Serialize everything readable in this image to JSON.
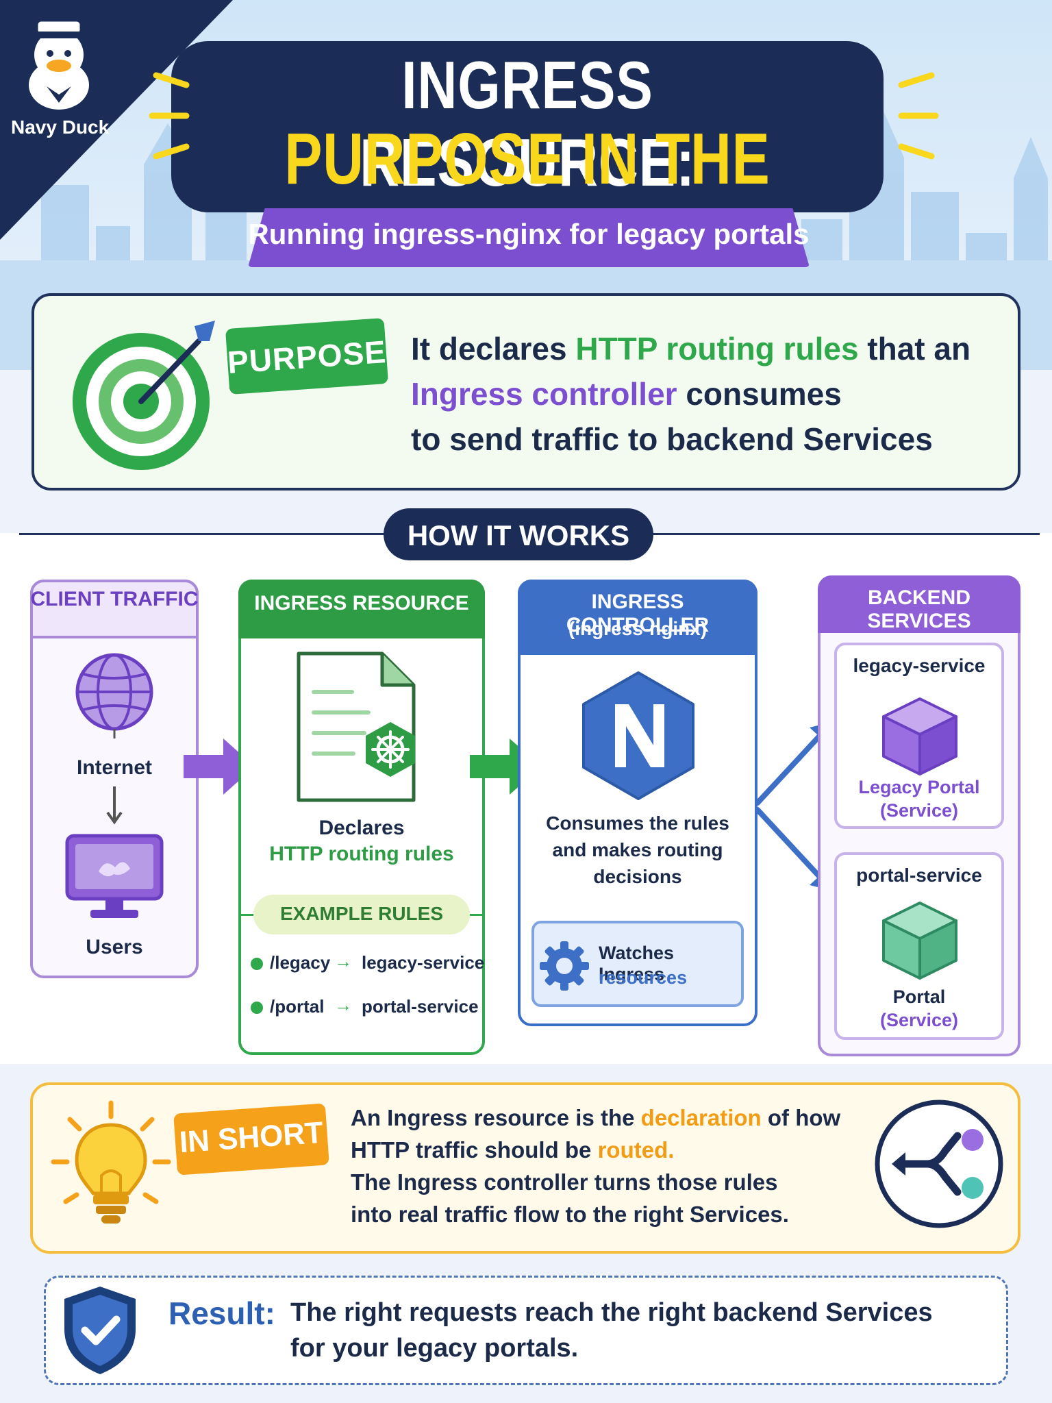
{
  "brand": {
    "name": "Navy Duck"
  },
  "header": {
    "title_line1": "INGRESS RESOURCE:",
    "title_line2": "PURPOSE IN THE MODEL",
    "subtitle": "Running ingress-nginx for legacy portals"
  },
  "purpose": {
    "tag": "PURPOSE",
    "text_1": "It declares ",
    "text_hl1": "HTTP routing rules",
    "text_2": " that an",
    "text_hl2": "Ingress controller",
    "text_3": " consumes",
    "text_4": "to send traffic to backend Services"
  },
  "how_it_works": {
    "label": "HOW IT WORKS",
    "client": {
      "header": "CLIENT TRAFFIC",
      "internet_label": "Internet",
      "users_label": "Users"
    },
    "ingress_resource": {
      "header": "INGRESS RESOURCE",
      "declares_label": "Declares",
      "rules_label": "HTTP routing rules",
      "example_label": "EXAMPLE RULES",
      "rules": [
        {
          "path": "/legacy",
          "target": "legacy-service"
        },
        {
          "path": "/portal",
          "target": "portal-service"
        }
      ]
    },
    "ingress_controller": {
      "header": "INGRESS CONTROLLER",
      "subheader": "(ingress-nginx)",
      "desc_line1": "Consumes the rules",
      "desc_line2": "and makes routing",
      "desc_line3": "decisions",
      "watch_line1": "Watches Ingress",
      "watch_line2": "resources"
    },
    "backend": {
      "header": "BACKEND SERVICES",
      "services": [
        {
          "name": "legacy-service",
          "title": "Legacy Portal",
          "kind": "(Service)"
        },
        {
          "name": "portal-service",
          "title": "Portal",
          "kind": "(Service)"
        }
      ]
    }
  },
  "in_short": {
    "tag": "IN SHORT",
    "p1_a": "An Ingress resource is the ",
    "p1_hl1": "declaration",
    "p1_b": " of how",
    "p2_a": "HTTP traffic should be ",
    "p2_hl2": "routed.",
    "p3": "The Ingress controller turns those rules",
    "p4": "into real traffic flow to the right Services."
  },
  "result": {
    "label": "Result:",
    "line1": "The right requests reach the right backend Services",
    "line2": "for your legacy portals."
  },
  "colors": {
    "navy": "#1b2c56",
    "yellow": "#f9d71c",
    "purple": "#7c4fd0",
    "green": "#2ea84a",
    "blue": "#3e6fc6",
    "orange": "#f5a11a"
  },
  "icons": {
    "brand": "duck-mascot-icon",
    "purpose": "target-arrow-icon",
    "client": [
      "globe-icon",
      "monitor-icon"
    ],
    "resource": "document-helm-icon",
    "controller": [
      "nginx-hexagon-icon",
      "gear-icon"
    ],
    "backend": [
      "cube-icon",
      "cube-icon"
    ],
    "in_short": [
      "lightbulb-icon",
      "split-arrows-icon"
    ],
    "result": "shield-check-icon"
  }
}
